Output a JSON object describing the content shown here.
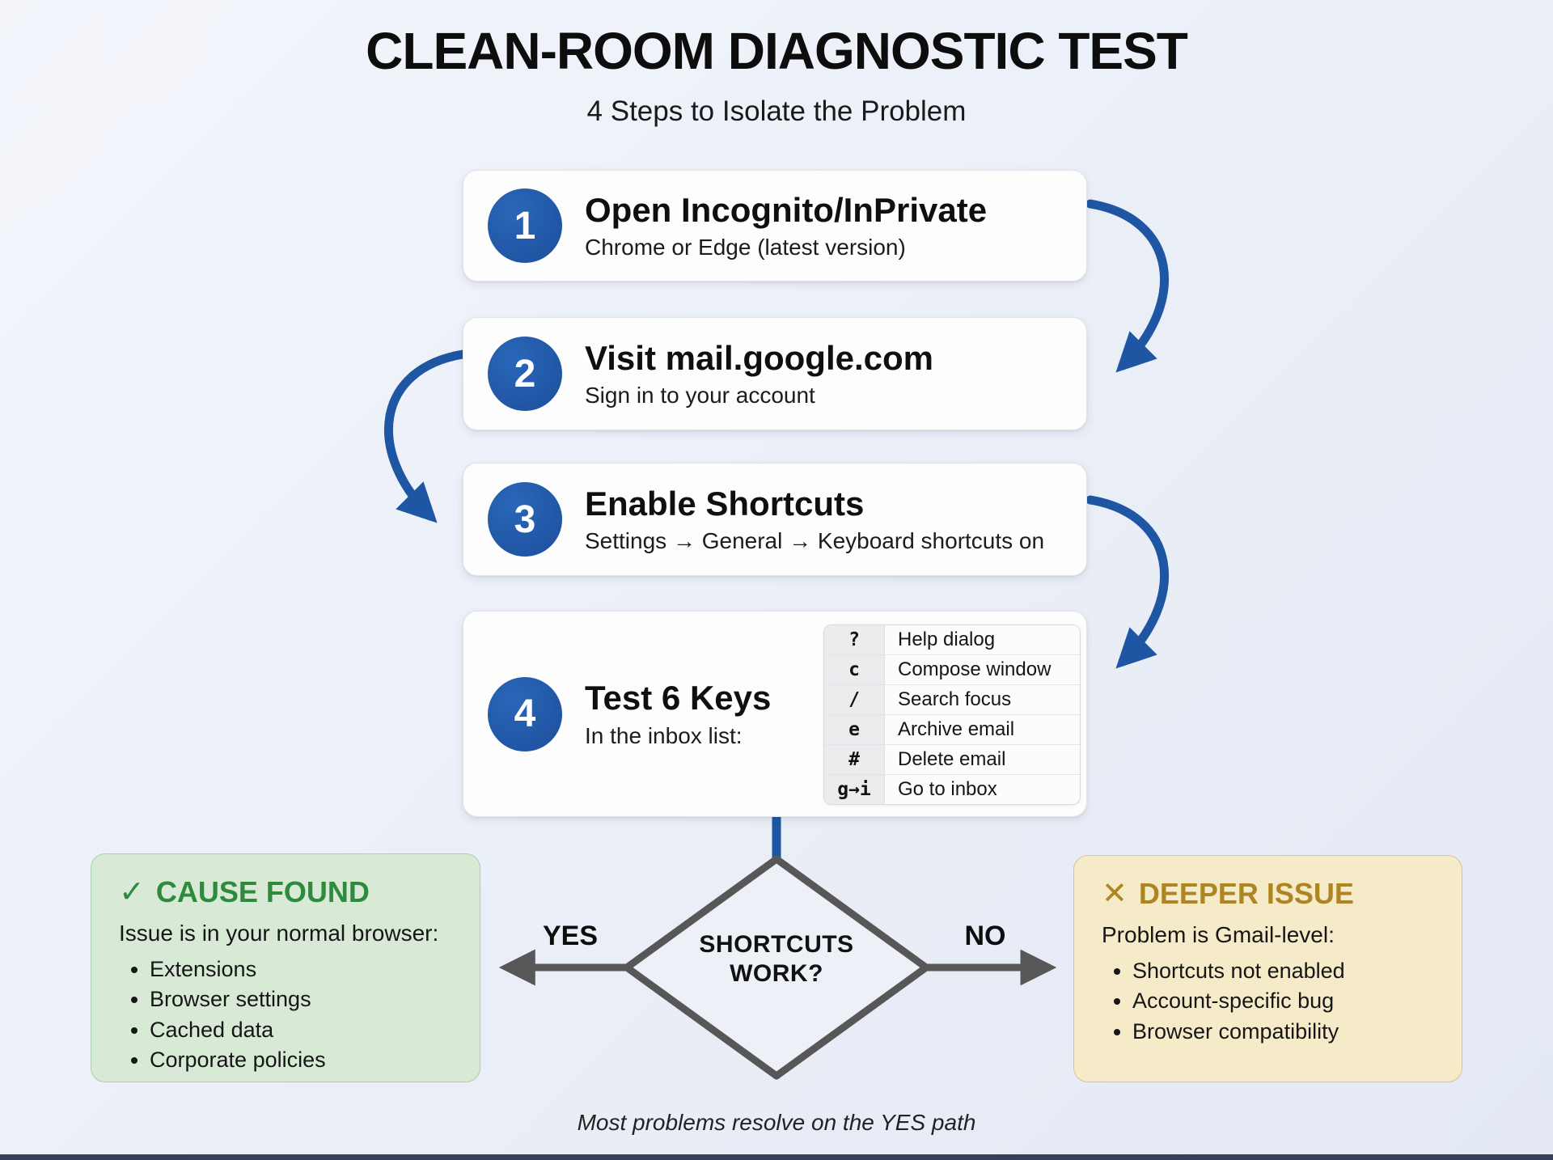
{
  "page": {
    "title": "CLEAN-ROOM DIAGNOSTIC TEST",
    "subtitle": "4 Steps to Isolate the Problem",
    "footnote": "Most problems resolve on the YES path"
  },
  "colors": {
    "accent_blue": "#1e56a4",
    "arrow_gray": "#575757",
    "success_green": "#2e8a3d",
    "success_bg": "#d8e9d6",
    "warning_gold": "#ae8523",
    "warning_bg": "#f6ebc8",
    "card_bg": "#fdfdfe",
    "background": "#eef1f8"
  },
  "steps": [
    {
      "number": "1",
      "title": "Open Incognito/InPrivate",
      "subtitle": "Chrome or Edge (latest version)"
    },
    {
      "number": "2",
      "title": "Visit mail.google.com",
      "subtitle": "Sign in to your account"
    },
    {
      "number": "3",
      "title": "Enable Shortcuts",
      "subtitle": "Settings → General → Keyboard shortcuts on"
    },
    {
      "number": "4",
      "title": "Test 6 Keys",
      "subtitle": "In the inbox list:"
    }
  ],
  "shortcut_table": {
    "rows": [
      {
        "key": "?",
        "desc": "Help dialog"
      },
      {
        "key": "c",
        "desc": "Compose window"
      },
      {
        "key": "/",
        "desc": "Search focus"
      },
      {
        "key": "e",
        "desc": "Archive email"
      },
      {
        "key": "#",
        "desc": "Delete email"
      },
      {
        "key": "g→i",
        "desc": "Go to inbox"
      }
    ]
  },
  "decision": {
    "line1": "SHORTCUTS",
    "line2": "WORK?",
    "yes_label": "YES",
    "no_label": "NO"
  },
  "outcomes": {
    "yes": {
      "icon": "✓",
      "heading": "CAUSE FOUND",
      "intro": "Issue is in your normal browser:",
      "items": [
        "Extensions",
        "Browser settings",
        "Cached data",
        "Corporate policies"
      ]
    },
    "no": {
      "icon": "✕",
      "heading": "DEEPER ISSUE",
      "intro": "Problem is Gmail-level:",
      "items": [
        "Shortcuts not enabled",
        "Account-specific bug",
        "Browser compatibility"
      ]
    }
  }
}
